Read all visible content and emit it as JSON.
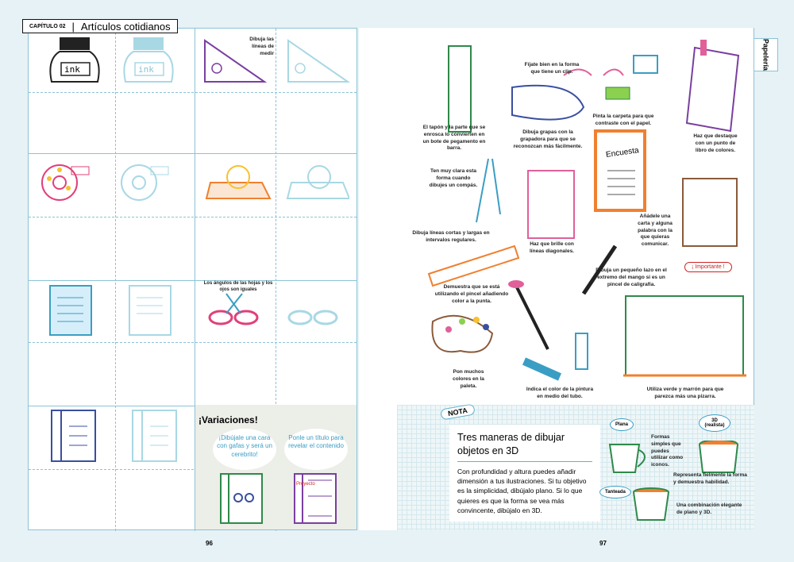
{
  "header": {
    "chapter_label": "CAPÍTULO 02",
    "chapter_title": "Artículos cotidianos"
  },
  "side_tab": "Papelería",
  "left_page": {
    "captions": {
      "triangle": "Dibuja las líneas de medir",
      "scissors": "Los ángulos de las hojas y los ojos son iguales"
    },
    "ink_label": "ink",
    "variations": {
      "title": "¡Variaciones!",
      "bubble_1": "¡Dibújale una cara con gafas y será un cerebrito!",
      "bubble_2": "Ponle un título para revelar el contenido",
      "notebook_title": "Proyecto"
    },
    "page_number": "96"
  },
  "right_page": {
    "captions": {
      "clip": "Fíjate bien en la forma que tiene un clip.",
      "glue": "El tapón y la parte que se enrosca lo convierten en un bote de pegamento en barra.",
      "stapler": "Dibuja grapas con la grapadora para que se reconozcan más fácilmente.",
      "folder_clip": "Pinta la carpeta para que contraste con el papel.",
      "book": "Haz que destaque con un punto de libro de colores.",
      "compass": "Ten muy clara esta forma cuando dibujes un compás.",
      "ruler": "Dibuja líneas cortas y largas en intervalos regulares.",
      "folder": "Haz que brille con líneas diagonales.",
      "envelope": "Añádele una carta y alguna palabra con la que quieras comunicar.",
      "calligraphy": "Dibuja un pequeño lazo en el extremo del mango si es un pincel de caligrafía.",
      "brush": "Demuestra que se está utilizando el pincel añadiendo color a la punta.",
      "palette": "Pon muchos colores en la paleta.",
      "paint_tube": "Indica el color de la pintura en medio del tubo.",
      "board": "Utiliza verde y marrón para que parezca más una pizarra."
    },
    "clipboard_label": "Encuesta",
    "envelope_speech": "¡ Importante !",
    "note": {
      "badge": "NOTA",
      "title": "Tres maneras de dibujar objetos en 3D",
      "body": "Con profundidad y altura puedes añadir dimensión a tus ilustraciones. Si tu objetivo es la simplicidad, dibújalo plano. Si lo que quieres es que la forma se vea más convincente, dibújalo en 3D."
    },
    "cups": {
      "flat_label": "Plana",
      "flat_desc": "Formas simples que puedes utilizar como iconos.",
      "solid_label": "3D (realista)",
      "solid_desc": "Representa fielmente la forma y demuestra habilidad.",
      "tilted_label": "Tanteada",
      "tilted_desc": "Una combinación elegante de plano y 3D."
    },
    "page_number": "97"
  }
}
